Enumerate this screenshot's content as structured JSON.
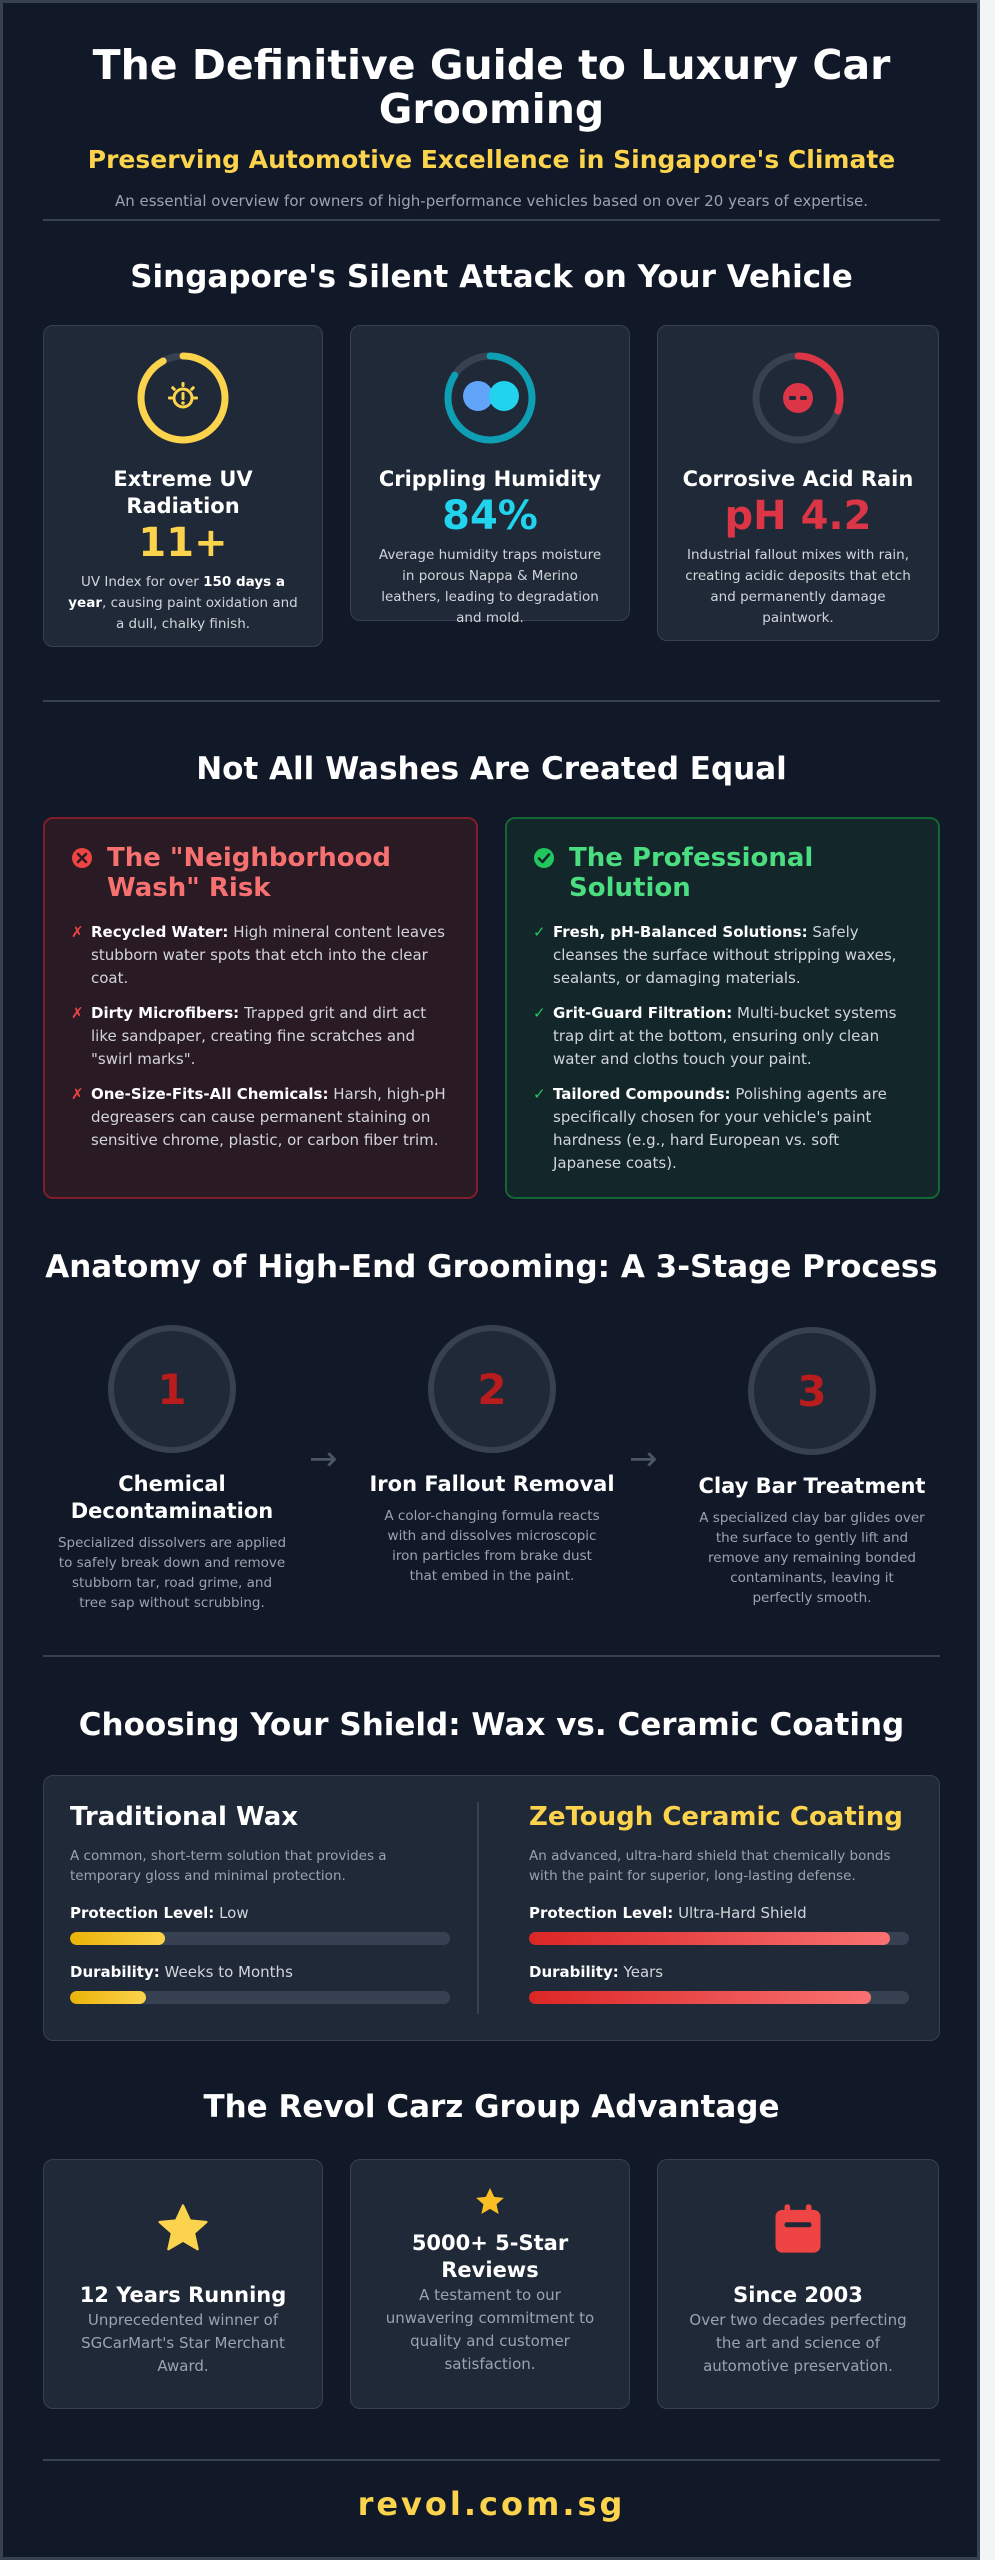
{
  "header": {
    "title": "The Definitive Guide to Luxury Car Grooming",
    "subtitle": "Preserving Automotive Excellence in Singapore's Climate",
    "intro": "An essential overview for owners of high-performance vehicles based on over 20 years of expertise."
  },
  "climate": {
    "heading": "Singapore's Silent Attack on Your Vehicle",
    "cards": [
      {
        "icon": "sun-alert-icon",
        "title": "Extreme UV Radiation",
        "stat": "11+",
        "stat_color": "#fcd34d",
        "ring_color": "#fcd34d",
        "ring_fraction": 0.92,
        "desc_pre": "UV Index for over ",
        "desc_bold": "150 days a year",
        "desc_post": ", causing paint oxidation and a dull, chalky finish."
      },
      {
        "icon": "water-drops-icon",
        "title": "Crippling Humidity",
        "stat": "84%",
        "stat_color": "#22d3ee",
        "ring_color": "#0e9fb5",
        "ring_fraction": 0.84,
        "desc": "Average humidity traps moisture in porous Nappa & Merino leathers, leading to degradation and mold."
      },
      {
        "icon": "acid-drop-icon",
        "title": "Corrosive Acid Rain",
        "stat": "pH 4.2",
        "stat_color": "#dc3545",
        "ring_color": "#dc3545",
        "ring_fraction": 0.3,
        "desc": "Industrial fallout mixes with rain, creating acidic deposits that etch and permanently damage paintwork."
      }
    ]
  },
  "washes": {
    "heading": "Not All Washes Are Created Equal",
    "bad": {
      "title": "The \"Neighborhood Wash\" Risk",
      "items": [
        {
          "bold": "Recycled Water:",
          "text": " High mineral content leaves stubborn water spots that etch into the clear coat."
        },
        {
          "bold": "Dirty Microfibers:",
          "text": " Trapped grit and dirt act like sandpaper, creating fine scratches and \"swirl marks\"."
        },
        {
          "bold": "One-Size-Fits-All Chemicals:",
          "text": " Harsh, high-pH degreasers can cause permanent staining on sensitive chrome, plastic, or carbon fiber trim."
        }
      ]
    },
    "good": {
      "title": "The Professional Solution",
      "items": [
        {
          "bold": "Fresh, pH-Balanced Solutions:",
          "text": " Safely cleanses the surface without stripping waxes, sealants, or damaging materials."
        },
        {
          "bold": "Grit-Guard Filtration:",
          "text": " Multi-bucket systems trap dirt at the bottom, ensuring only clean water and cloths touch your paint."
        },
        {
          "bold": "Tailored Compounds:",
          "text": " Polishing agents are specifically chosen for your vehicle's paint hardness (e.g., hard European vs. soft Japanese coats)."
        }
      ]
    },
    "bad_mark": "✗",
    "good_mark": "✓"
  },
  "process": {
    "heading": "Anatomy of High-End Grooming: A 3-Stage Process",
    "arrow": "→",
    "steps": [
      {
        "num": "1",
        "title": "Chemical Decontamination",
        "desc": "Specialized dissolvers are applied to safely break down and remove stubborn tar, road grime, and tree sap without scrubbing."
      },
      {
        "num": "2",
        "title": "Iron Fallout Removal",
        "desc": "A color-changing formula reacts with and dissolves microscopic iron particles from brake dust that embed in the paint."
      },
      {
        "num": "3",
        "title": "Clay Bar Treatment",
        "desc": "A specialized clay bar glides over the surface to gently lift and remove any remaining bonded contaminants, leaving it perfectly smooth."
      }
    ]
  },
  "shield": {
    "heading": "Choosing Your Shield: Wax vs. Ceramic Coating",
    "wax": {
      "title": "Traditional Wax",
      "desc": "A common, short-term solution that provides a temporary gloss and minimal protection.",
      "protection_label": "Protection Level:",
      "protection_value": "Low",
      "protection_fraction": 0.25,
      "durability_label": "Durability:",
      "durability_value": "Weeks to Months",
      "durability_fraction": 0.2
    },
    "ceramic": {
      "title": "ZeTough Ceramic Coating",
      "desc": "An advanced, ultra-hard shield that chemically bonds with the paint for superior, long-lasting defense.",
      "protection_label": "Protection Level:",
      "protection_value": "Ultra-Hard Shield",
      "protection_fraction": 0.95,
      "durability_label": "Durability:",
      "durability_value": "Years",
      "durability_fraction": 0.9
    }
  },
  "advantage": {
    "heading": "The Revol Carz Group Advantage",
    "cards": [
      {
        "icon": "star-icon",
        "title": "12 Years Running",
        "desc": "Unprecedented winner of SGCarMart's Star Merchant Award."
      },
      {
        "icon": "star-icon",
        "title": "5000+ 5-Star Reviews",
        "desc": "A testament to our unwavering commitment to quality and customer satisfaction."
      },
      {
        "icon": "calendar-icon",
        "title": "Since 2003",
        "desc": "Over two decades perfecting the art and science of automotive preservation."
      }
    ]
  },
  "footer": {
    "url": "revol.com.sg"
  },
  "colors": {
    "bg": "#111827",
    "card": "#1f2937",
    "accent": "#fcd34d",
    "red": "#dc3545",
    "green": "#22c55e",
    "cyan": "#22d3ee"
  }
}
